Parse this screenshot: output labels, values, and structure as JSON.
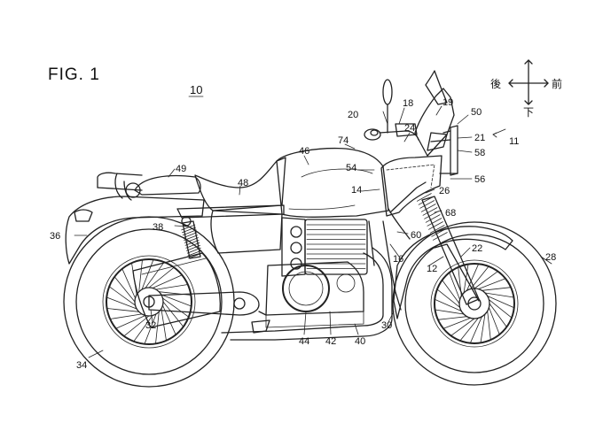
{
  "figure": {
    "title": "FIG. 1",
    "reference_label": "10",
    "direction_labels": {
      "rear": "後",
      "front": "前",
      "down": "下"
    },
    "part_numbers": {
      "p11": "11",
      "p12": "12",
      "p14": "14",
      "p16": "16",
      "p18": "18",
      "p19": "19",
      "p20": "20",
      "p21": "21",
      "p22": "22",
      "p24": "24",
      "p26": "26",
      "p28": "28",
      "p30": "30",
      "p32": "32",
      "p34": "34",
      "p36": "36",
      "p38": "38",
      "p40": "40",
      "p42": "42",
      "p44": "44",
      "p46": "46",
      "p48": "48",
      "p49": "49",
      "p50": "50",
      "p54": "54",
      "p56": "56",
      "p58": "58",
      "p60": "60",
      "p68": "68",
      "p74": "74"
    }
  }
}
